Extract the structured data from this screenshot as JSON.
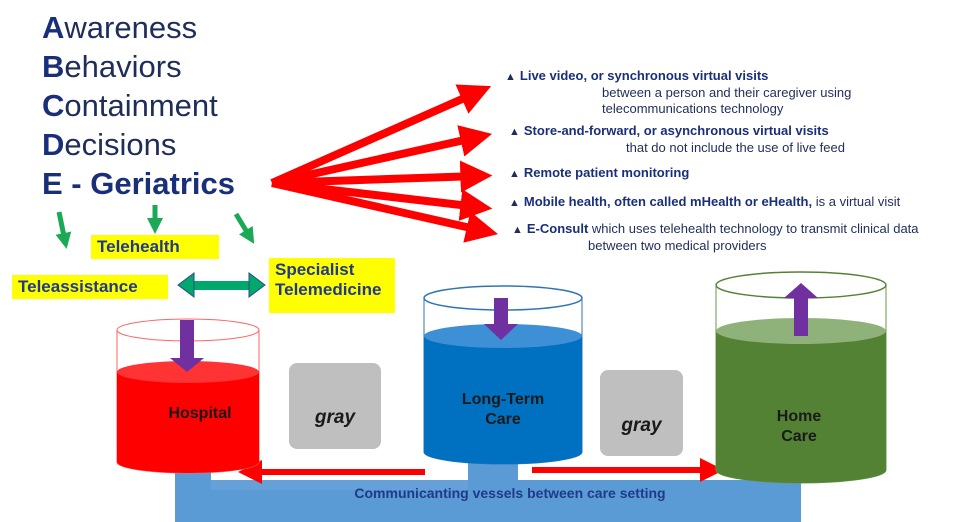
{
  "abcde": [
    {
      "initial": "A",
      "rest": "wareness"
    },
    {
      "initial": "B",
      "rest": "ehaviors"
    },
    {
      "initial": "C",
      "rest": "ontainment"
    },
    {
      "initial": "D",
      "rest": "ecisions"
    },
    {
      "initial": "",
      "rest": "E - Geriatrics"
    }
  ],
  "tags": {
    "telehealth": "Telehealth",
    "teleassistance": "Teleassistance",
    "specialist_line1": "Specialist",
    "specialist_line2": "Telemedicine"
  },
  "techniques": [
    {
      "marker": "▲",
      "bold": "Live video, or synchronous virtual visits",
      "rest": "",
      "cont": [
        "between a person and their caregiver using",
        "telecommunications technology"
      ]
    },
    {
      "marker": "▲",
      "bold": "Store-and-forward, or asynchronous virtual visits",
      "rest": "",
      "cont": [
        "that do not include the use of live feed"
      ]
    },
    {
      "marker": "▲",
      "bold": "Remote patient monitoring",
      "rest": "",
      "cont": []
    },
    {
      "marker": "▲",
      "bold": "Mobile health, often called mHealth or eHealth,",
      "rest": " is a virtual visit",
      "cont": []
    },
    {
      "marker": "▲",
      "bold": "E-Consult",
      "rest": " which uses telehealth technology to transmit clinical data",
      "cont": [
        "between two medical providers"
      ]
    }
  ],
  "vessels": {
    "hospital": "Hospital",
    "long_term_line1": "Long-Term",
    "long_term_line2": "Care",
    "home_line1": "Home",
    "home_line2": "Care"
  },
  "gray_blocks": [
    "gray",
    "gray"
  ],
  "pipe_label": "Communicanting vessels between care setting",
  "colors": {
    "text_navy": "#1a2f7a",
    "red_arrow": "#ff0000",
    "green_arrow": "#1aaa55",
    "purple_arrow": "#7030a0",
    "hospital": "#ff0000",
    "long_term_care": "#0070c0",
    "home_care": "#548235",
    "pipe": "#5b9bd5",
    "gray_block": "#bfbfbf",
    "tag_bg": "#ffff00"
  }
}
